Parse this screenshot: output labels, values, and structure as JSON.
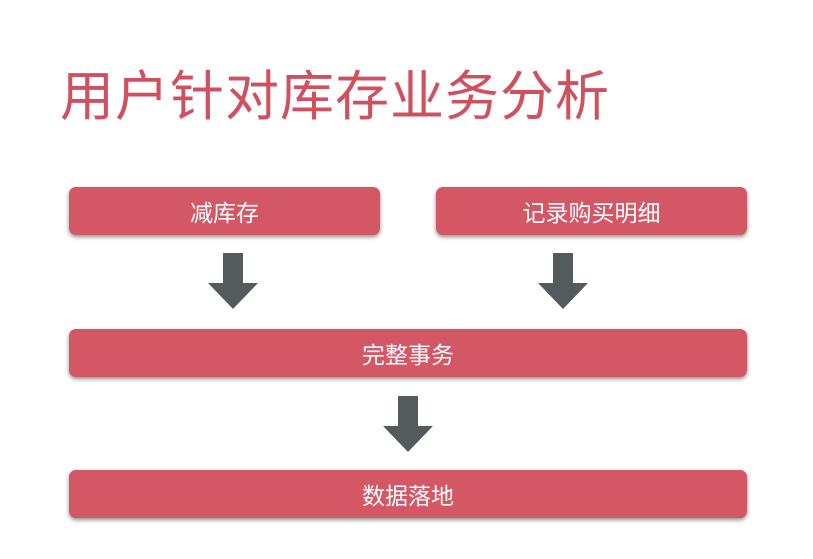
{
  "diagram": {
    "title": "用户针对库存业务分析",
    "nodes": {
      "reduce_stock": "减库存",
      "record_purchase": "记录购买明细",
      "full_transaction": "完整事务",
      "persist_data": "数据落地"
    },
    "edges": [
      {
        "from": "reduce_stock",
        "to": "full_transaction"
      },
      {
        "from": "record_purchase",
        "to": "full_transaction"
      },
      {
        "from": "full_transaction",
        "to": "persist_data"
      }
    ],
    "colors": {
      "title": "#d0505f",
      "box_fill": "#d45766",
      "box_text": "#ffffff",
      "arrow_fill": "#555a5c"
    }
  }
}
